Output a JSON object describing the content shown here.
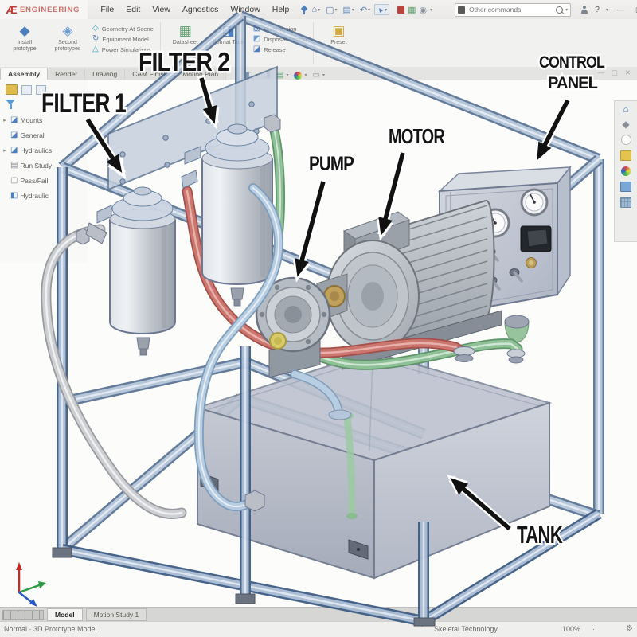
{
  "titlebar": {
    "logo_text": "ENGINEERING",
    "menus": [
      "File",
      "Edit",
      "View",
      "Agnostics",
      "Window",
      "Help"
    ],
    "search_placeholder": "Other commands",
    "help_label": "?",
    "minimize": "—",
    "maximize": "▢",
    "close": "✕"
  },
  "ribbon": {
    "g1a": "Install prototype",
    "g1b": "Second prototypes",
    "g2": [
      "Geometry At Scene",
      "Equipment Model",
      "Power Simulations"
    ],
    "g3a": "Datasheet",
    "g3b": "Format Tank",
    "g3list": [
      "Commission",
      "Disposal Setting",
      "Release"
    ],
    "g4": "Preset"
  },
  "doc_tabs": [
    "Assembly",
    "Render",
    "Drawing",
    "CAM Finish",
    "Motion Plan"
  ],
  "feature_tree": [
    "Mounts",
    "General",
    "Hydraulics",
    "Run Study",
    "Pass/Fail",
    "Hydraulic"
  ],
  "annotations": {
    "filter1": "FILTER 1",
    "filter2": "FILTER 2",
    "pump": "PUMP",
    "motor": "MOTOR",
    "control1": "CONTROL",
    "control2": "PANEL",
    "tank": "TANK"
  },
  "bottom": {
    "sheet_tabs": [
      "Model",
      "Motion Study 1"
    ],
    "status_left": "Normal · 3D Prototype Model",
    "status_right": "Skeletal Technology",
    "zoom": "100%"
  },
  "icons": {
    "home": "⌂",
    "new_document": "▢",
    "save": "▤",
    "undo": "↶",
    "select_arrow": "▲",
    "grid": "▦",
    "sphere": "◉",
    "gear": "⚙",
    "caret": "▾"
  },
  "accent_colors": {
    "frame_blue": "#a6bad3",
    "hose_red": "#cc7670",
    "hose_green": "#8fc098",
    "hose_blue": "#b7cde1",
    "label_ink": "#141414"
  }
}
